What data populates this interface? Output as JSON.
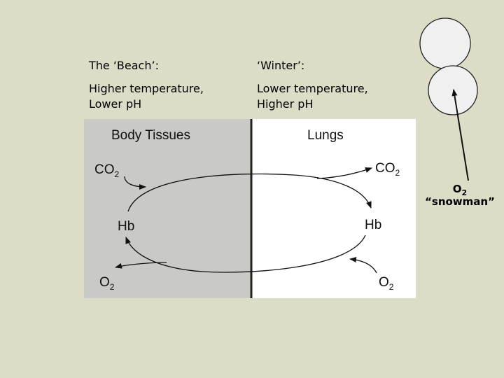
{
  "beach": {
    "title": "The ‘Beach’:",
    "line1": "Higher temperature,",
    "line2": "Lower pH"
  },
  "winter": {
    "title": "‘Winter’:",
    "line1": "Lower temperature,",
    "line2": "Higher pH"
  },
  "diagram": {
    "left_title": "Body Tissues",
    "right_title": "Lungs",
    "co2_base": "CO",
    "o2_base": "O",
    "subscript": "2",
    "hb": "Hb"
  },
  "snowman": {
    "o2_base": "O",
    "o2_sub": "2",
    "label": "“snowman”"
  },
  "colors": {
    "background": "#dddcc7",
    "tissue_panel": "#c9c9c6",
    "lung_panel": "#ffffff",
    "snow_fill": "#f0f0f0"
  }
}
